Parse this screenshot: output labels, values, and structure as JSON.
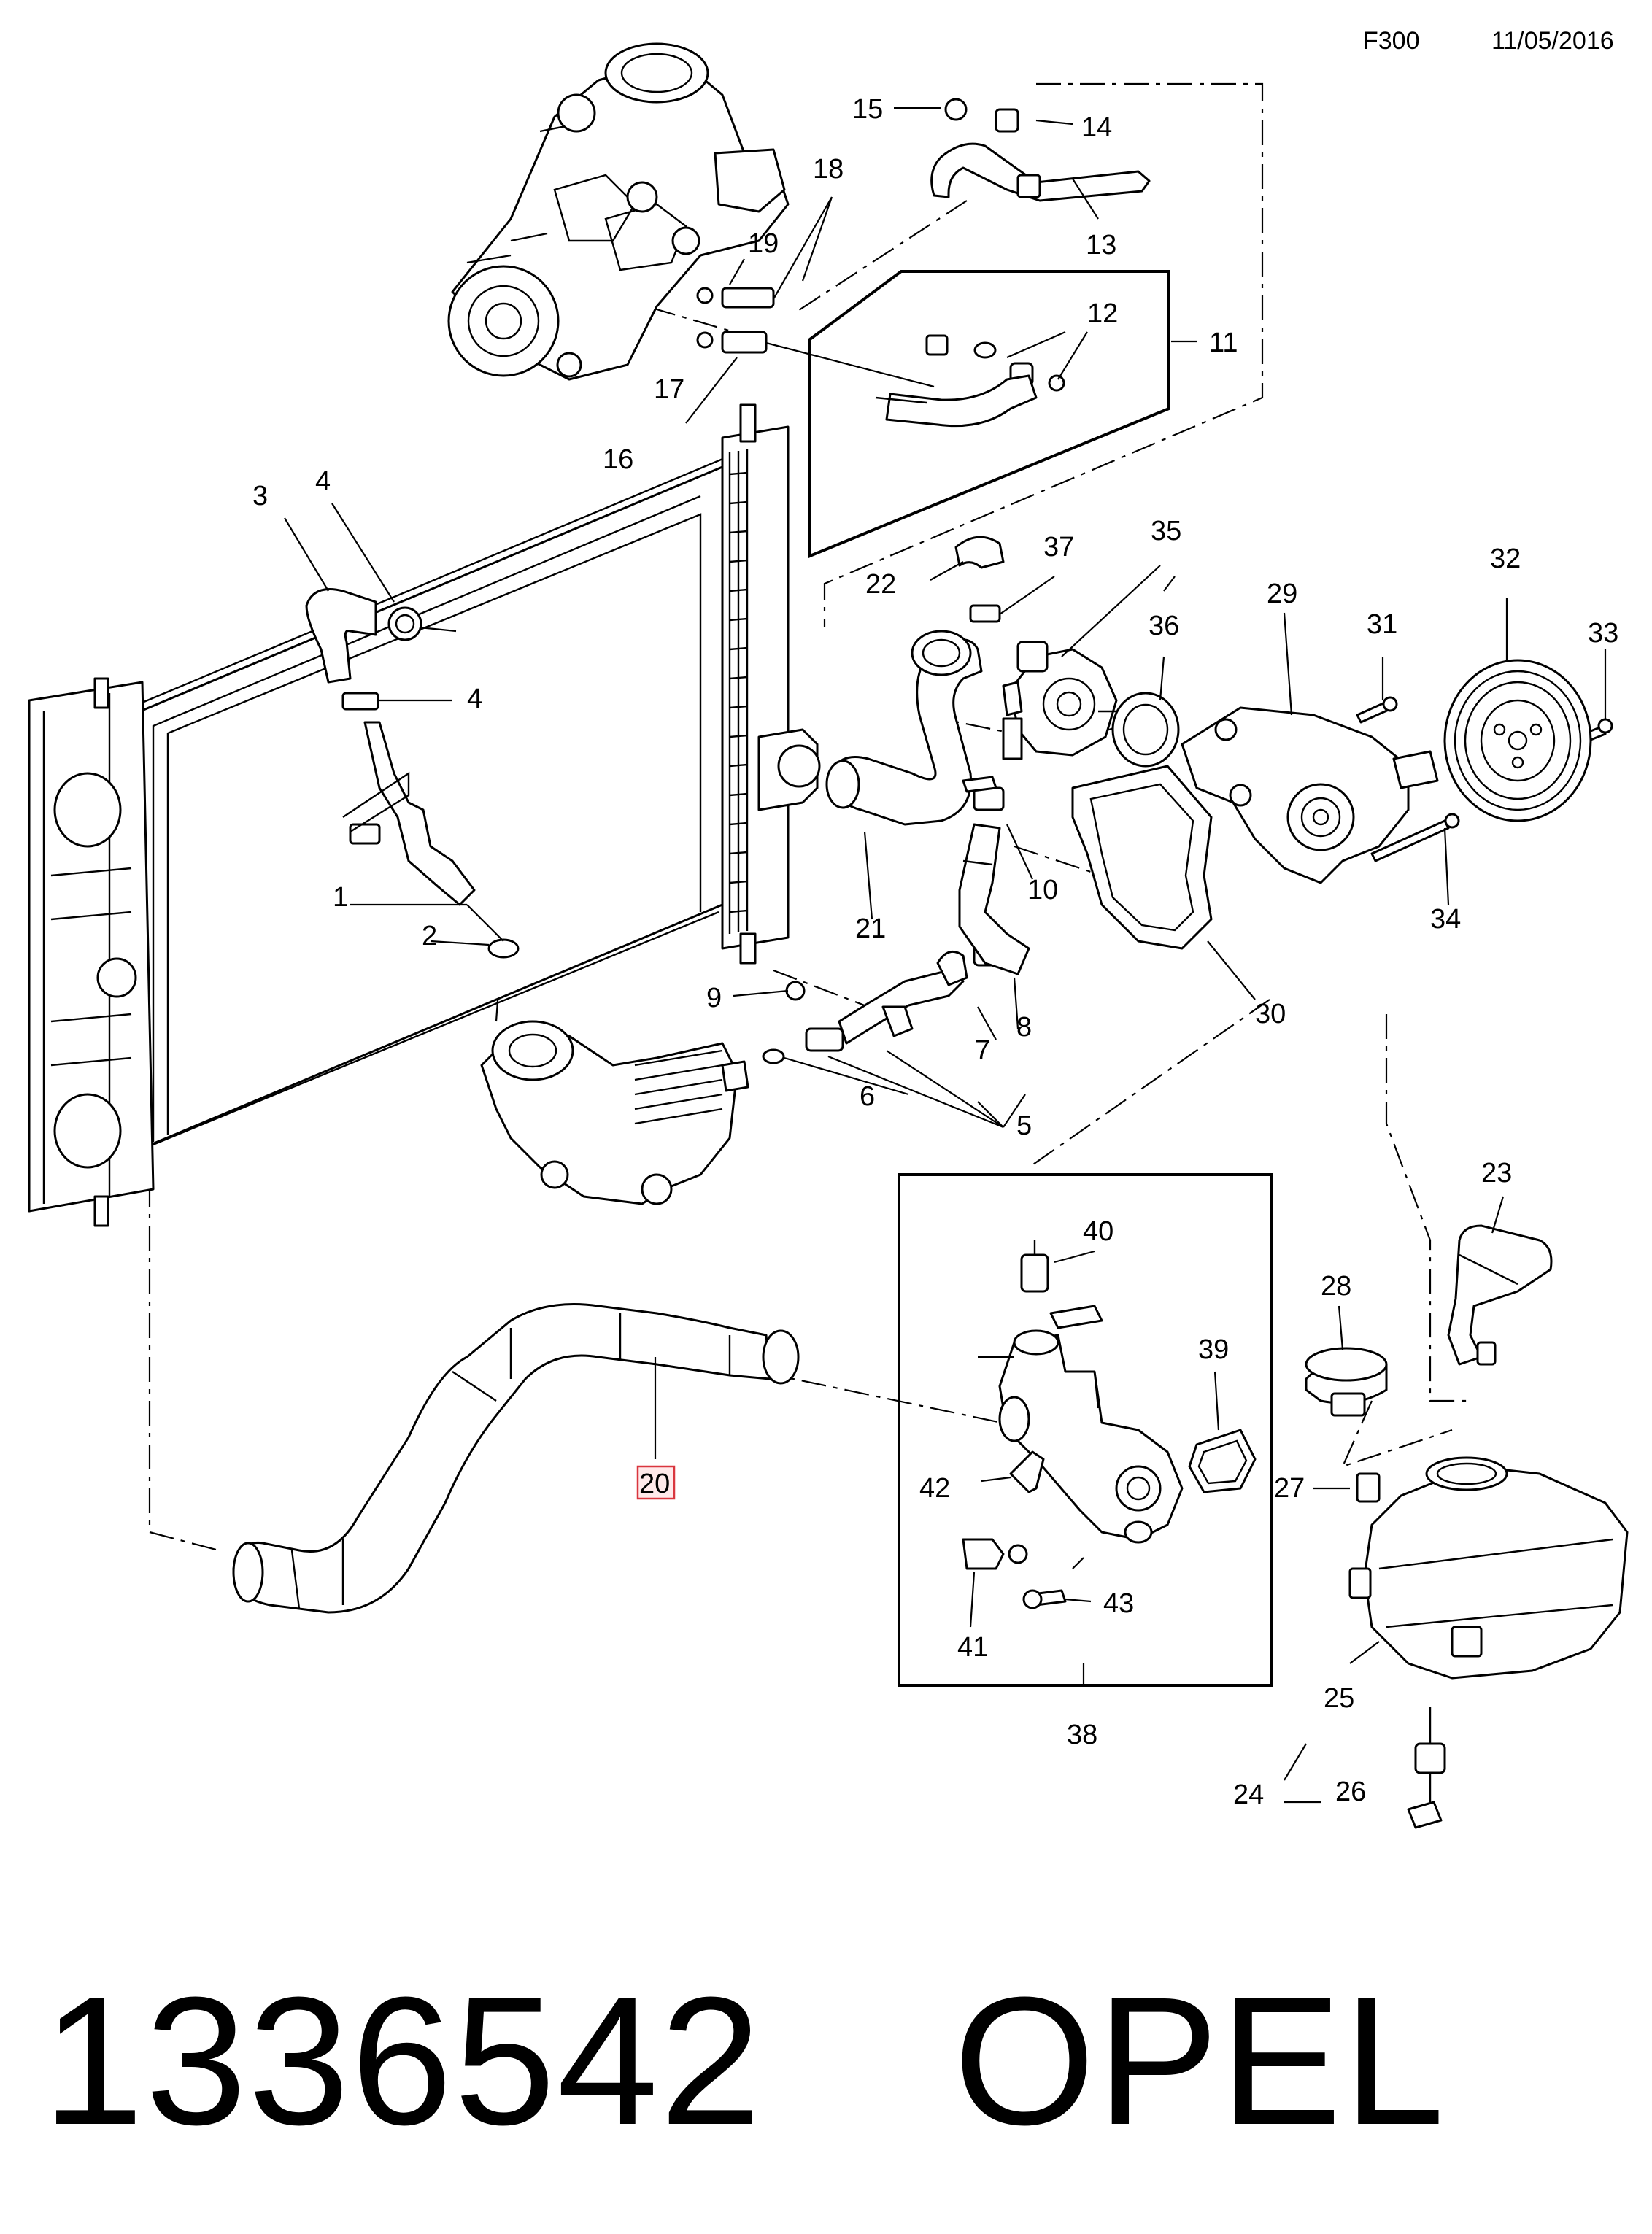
{
  "header": {
    "code": "F300",
    "date": "11/05/2016"
  },
  "footer": {
    "part_number": "1336542",
    "brand": "OPEL"
  },
  "highlighted_callout": "20",
  "callouts": {
    "c1": "1",
    "c2": "2",
    "c3": "3",
    "c4a": "4",
    "c4b": "4",
    "c5": "5",
    "c6": "6",
    "c7": "7",
    "c8": "8",
    "c9": "9",
    "c10": "10",
    "c11": "11",
    "c12": "12",
    "c13": "13",
    "c14": "14",
    "c15": "15",
    "c16": "16",
    "c17": "17",
    "c18": "18",
    "c19": "19",
    "c20": "20",
    "c21": "21",
    "c22": "22",
    "c23": "23",
    "c24": "24",
    "c25": "25",
    "c26": "26",
    "c27": "27",
    "c28": "28",
    "c29": "29",
    "c30": "30",
    "c31": "31",
    "c32": "32",
    "c33": "33",
    "c34": "34",
    "c35": "35",
    "c36": "36",
    "c37": "37",
    "c38": "38",
    "c39": "39",
    "c40": "40",
    "c41": "41",
    "c42": "42",
    "c43": "43"
  }
}
